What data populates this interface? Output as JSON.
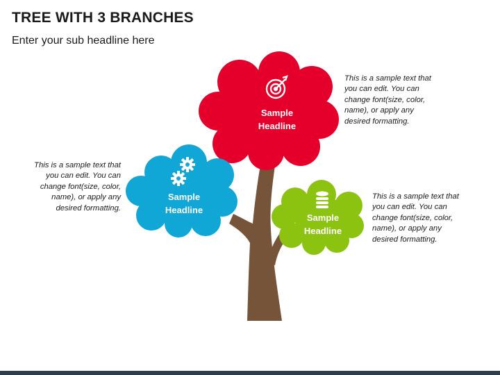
{
  "header": {
    "title": "TREE WITH 3 BRANCHES",
    "subtitle": "Enter your sub headline here"
  },
  "branches": [
    {
      "color": "#e4002b",
      "icon": "target-icon",
      "headline_line1": "Sample",
      "headline_line2": "Headline",
      "text_lines": [
        "This is a sample text that",
        "you can edit. You can",
        "change font(size, color,",
        "name), or apply any",
        "desired formatting."
      ]
    },
    {
      "color": "#10a7d6",
      "icon": "gears-icon",
      "headline_line1": "Sample",
      "headline_line2": "Headline",
      "text_lines": [
        "This is a sample text that",
        "you can edit. You can",
        "change font(size, color,",
        "name), or apply any",
        "desired formatting."
      ]
    },
    {
      "color": "#8cc311",
      "icon": "database-icon",
      "headline_line1": "Sample",
      "headline_line2": "Headline",
      "text_lines": [
        "This is a sample text that",
        "you can edit. You can",
        "change font(size, color,",
        "name), or apply any",
        "desired formatting."
      ]
    }
  ],
  "colors": {
    "trunk": "#75543a",
    "footer": "#2e3c4c"
  }
}
